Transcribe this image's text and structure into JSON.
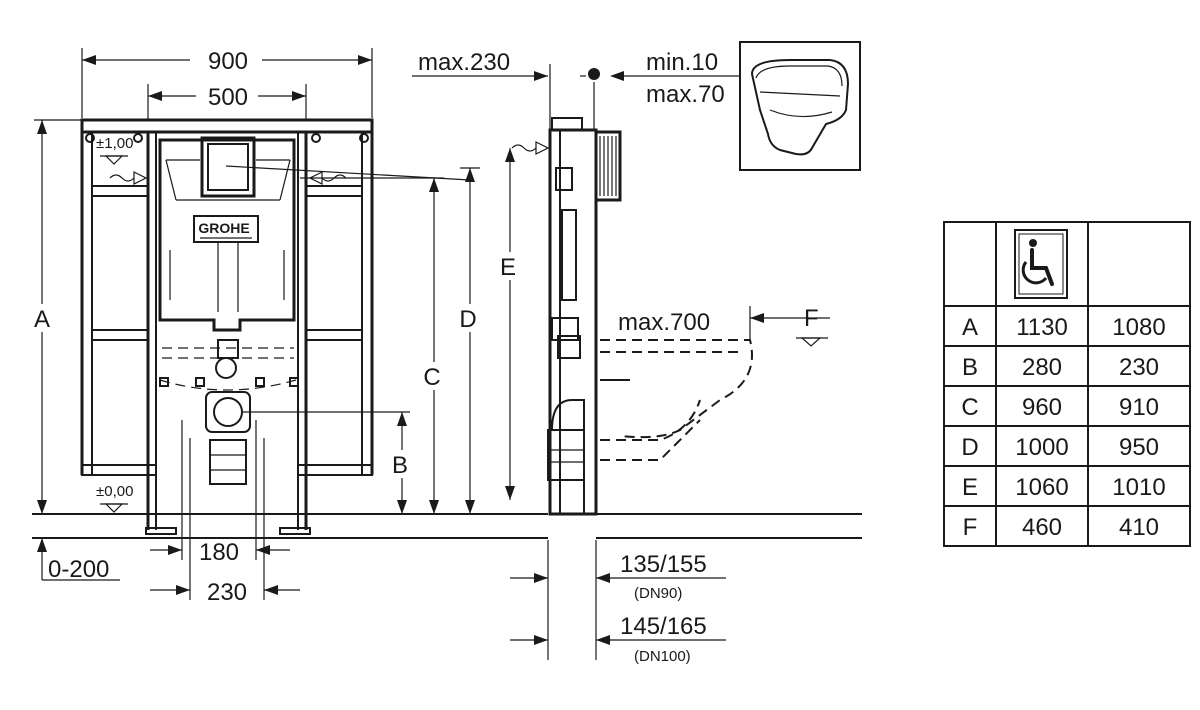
{
  "dimensions": {
    "width_900": "900",
    "width_500": "500",
    "max_230": "max.230",
    "min_10": "min.10",
    "max_70": "max.70",
    "plus_1": "±1,00",
    "zero": "±0,00",
    "logo": "GROHE",
    "label_A": "A",
    "label_B": "B",
    "label_C": "C",
    "label_D": "D",
    "label_E": "E",
    "label_F": "F",
    "max_700": "max.700",
    "w_180": "180",
    "w_230": "230",
    "floor_adj": "0-200",
    "dn90_val": "135/155",
    "dn90": "(DN90)",
    "dn100_val": "145/165",
    "dn100": "(DN100)"
  },
  "table": {
    "header_icon": "wheelchair-icon",
    "rows": [
      {
        "key": "A",
        "standard": "1130",
        "accessible": "1080"
      },
      {
        "key": "B",
        "standard": "280",
        "accessible": "230"
      },
      {
        "key": "C",
        "standard": "960",
        "accessible": "910"
      },
      {
        "key": "D",
        "standard": "1000",
        "accessible": "950"
      },
      {
        "key": "E",
        "standard": "1060",
        "accessible": "1010"
      },
      {
        "key": "F",
        "standard": "460",
        "accessible": "410"
      }
    ]
  }
}
